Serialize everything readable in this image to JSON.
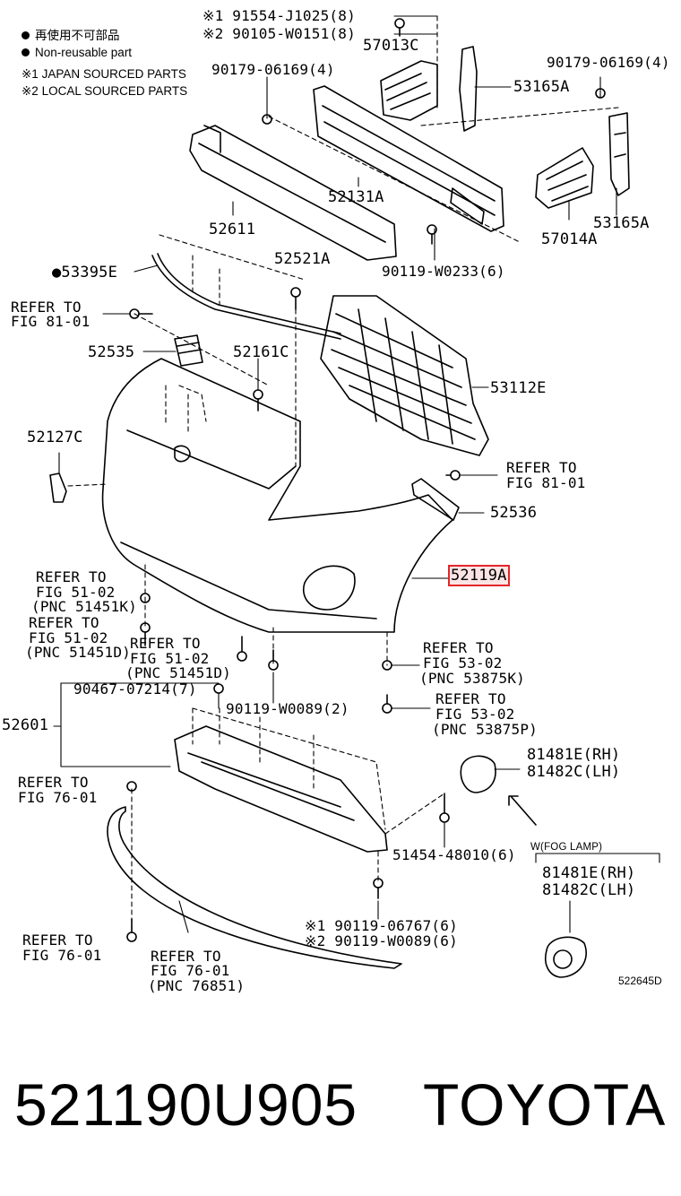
{
  "legend": {
    "reuse_jp": "再使用不可部品",
    "reuse_en": "Non-reusable part",
    "note1": "※1 JAPAN SOURCED PARTS",
    "note2": "※2 LOCAL SOURCED PARTS"
  },
  "labels": {
    "top_bolt1": "※1 91554-J1025(8)",
    "top_bolt2": "※2 90105-W0151(8)",
    "p57013C": "57013C",
    "p90179_left": "90179-06169(4)",
    "p90179_right": "90179-06169(4)",
    "p53165A_top": "53165A",
    "p52131A": "52131A",
    "p52611": "52611",
    "p53165A_bottom": "53165A",
    "p57014A": "57014A",
    "p53395E": "●53395E",
    "p52521A": "52521A",
    "p90119_W0233": "90119-W0233(6)",
    "ref81_a1": "REFER TO",
    "ref81_a2": "FIG 81-01",
    "p52535": "52535",
    "p52161C": "52161C",
    "p53112E": "53112E",
    "p52127C": "52127C",
    "ref81_b1": "REFER TO",
    "ref81_b2": "FIG 81-01",
    "p52536": "52536",
    "p52119A": "52119A",
    "ref51_k1": "REFER TO",
    "ref51_k2": "FIG 51-02",
    "ref51_k3": "(PNC 51451K)",
    "ref51_d1": "REFER TO",
    "ref51_d2": "FIG 51-02",
    "ref51_d3": "(PNC 51451D)",
    "ref51_e1": "REFER TO",
    "ref51_e2": "FIG 51-02",
    "ref51_e3": "(PNC 51451D)",
    "ref53_k1": "REFER TO",
    "ref53_k2": "FIG 53-02",
    "ref53_k3": "(PNC 53875K)",
    "ref53_p1": "REFER TO",
    "ref53_p2": "FIG 53-02",
    "ref53_p3": "(PNC 53875P)",
    "p90467": "90467-07214(7)",
    "p52601": "52601",
    "p90119_W0089_2": "90119-W0089(2)",
    "p81481E_rh_1": "81481E(RH)",
    "p81482C_lh_1": "81482C(LH)",
    "ref76_a1": "REFER TO",
    "ref76_a2": "FIG 76-01",
    "p51454": "51454-48010(6)",
    "fog_lamp": "W(FOG LAMP)",
    "p81481E_rh_2": "81481E(RH)",
    "p81482C_lh_2": "81482C(LH)",
    "p90119_06767": "※1 90119-06767(6)",
    "p90119_W0089_6": "※2 90119-W0089(6)",
    "ref76_b1": "REFER TO",
    "ref76_b2": "FIG 76-01",
    "ref76_c1": "REFER TO",
    "ref76_c2": "FIG 76-01",
    "ref76_c3": "(PNC 76851)"
  },
  "diagram_code": "522645D",
  "footer": {
    "part_number": "521190U905",
    "brand": "TOYOTA"
  },
  "colors": {
    "ink": "#000000",
    "highlight_border": "#e3262b",
    "highlight_fill": "#fbe4e4"
  }
}
